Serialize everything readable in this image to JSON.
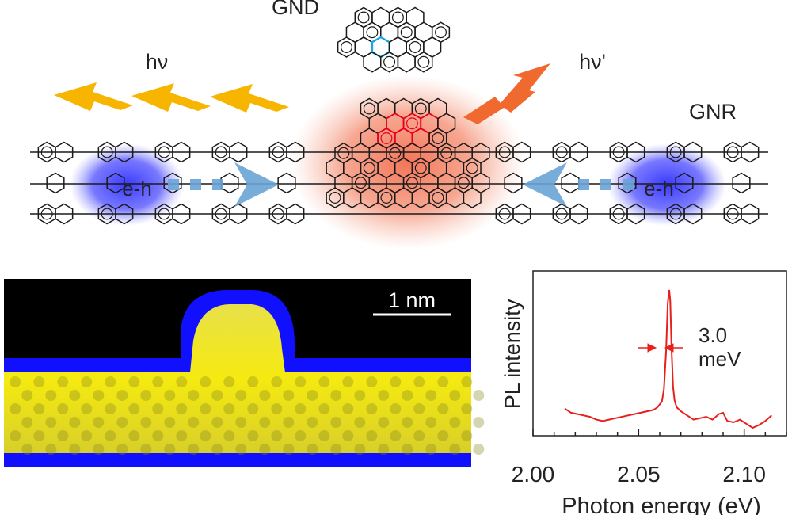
{
  "schematic": {
    "gnd_label": "GND",
    "gnr_label": "GNR",
    "excitation_label": "hν",
    "emission_label": "hν'",
    "exciton_left_label": "e-h",
    "exciton_right_label": "e-h",
    "colors": {
      "lattice": "#1a1a1a",
      "gnd_highlight": "#e8001c",
      "gnd_top_ring": "#1aa7e0",
      "glow": "#f26d4f",
      "exciton": "#3a3aff",
      "flash_in": "#f7b500",
      "flash_out": "#f06a30",
      "transfer_arrow": "#6aa5d6"
    }
  },
  "stm_image": {
    "scale_bar_label": "1 nm",
    "colors": {
      "background": "#000000",
      "edge": "#0a0aff",
      "body": "#f0e020"
    }
  },
  "chart_data": {
    "type": "line",
    "title": "",
    "xlabel": "Photon energy (eV)",
    "ylabel": "PL intensity",
    "xlim": [
      2.0,
      2.12
    ],
    "xticks": [
      "2.00",
      "2.05",
      "2.10"
    ],
    "y_tick_labels": false,
    "annotation": {
      "value_line1": "3.0",
      "value_line2": "meV",
      "linewidth_meV": 3.0
    },
    "line_color": "#e8201c",
    "series": [
      {
        "x": [
          2.015,
          2.018,
          2.021,
          2.024,
          2.027,
          2.03,
          2.033,
          2.036,
          2.039,
          2.042,
          2.045,
          2.048,
          2.051,
          2.054,
          2.057,
          2.059,
          2.061,
          2.062,
          2.063,
          2.0638,
          2.0645,
          2.065,
          2.0656,
          2.0663,
          2.067,
          2.068,
          2.07,
          2.073,
          2.076,
          2.079,
          2.082,
          2.085,
          2.088,
          2.09,
          2.092,
          2.095,
          2.098,
          2.101,
          2.104,
          2.107,
          2.11,
          2.113
        ],
        "y": [
          0.14,
          0.11,
          0.1,
          0.09,
          0.08,
          0.06,
          0.05,
          0.06,
          0.07,
          0.08,
          0.09,
          0.1,
          0.11,
          0.12,
          0.13,
          0.15,
          0.19,
          0.28,
          0.55,
          0.9,
          1.0,
          0.92,
          0.58,
          0.3,
          0.2,
          0.15,
          0.12,
          0.09,
          0.06,
          0.07,
          0.08,
          0.06,
          0.1,
          0.11,
          0.05,
          0.04,
          0.06,
          0.03,
          0.0,
          0.02,
          0.05,
          0.09
        ]
      }
    ]
  }
}
